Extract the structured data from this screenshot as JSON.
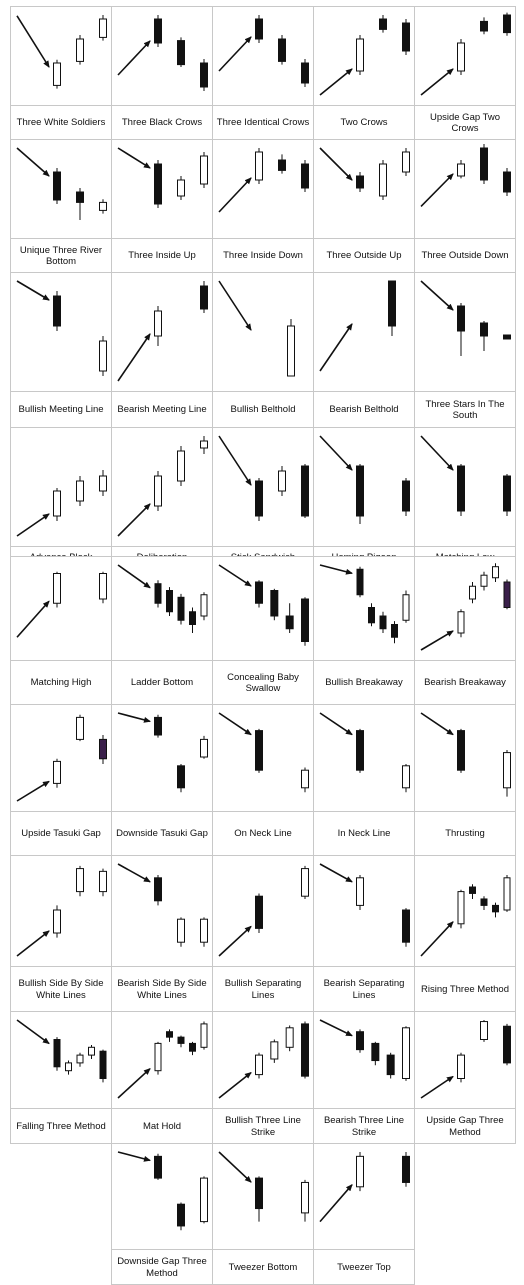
{
  "patterns": [
    {
      "label": "Three White Soldiers",
      "trend": "down",
      "candles": [
        {
          "o": 0.12,
          "c": 0.4,
          "h": 0.44,
          "l": 0.08
        },
        {
          "o": 0.42,
          "c": 0.7,
          "h": 0.75,
          "l": 0.38
        },
        {
          "o": 0.72,
          "c": 0.95,
          "h": 1.0,
          "l": 0.68
        }
      ]
    },
    {
      "label": "Three Black Crows",
      "trend": "up",
      "candles": [
        {
          "o": 0.95,
          "c": 0.65,
          "h": 1.0,
          "l": 0.6
        },
        {
          "o": 0.68,
          "c": 0.38,
          "h": 0.72,
          "l": 0.35
        },
        {
          "o": 0.4,
          "c": 0.1,
          "h": 0.45,
          "l": 0.05
        }
      ]
    },
    {
      "label": "Three Identical Crows",
      "trend": "up",
      "candles": [
        {
          "o": 0.95,
          "c": 0.7,
          "h": 1.0,
          "l": 0.65
        },
        {
          "o": 0.7,
          "c": 0.42,
          "h": 0.75,
          "l": 0.38
        },
        {
          "o": 0.4,
          "c": 0.15,
          "h": 0.45,
          "l": 0.1
        }
      ]
    },
    {
      "label": "Two Crows",
      "trend": "up",
      "candles": [
        {
          "o": 0.3,
          "c": 0.7,
          "h": 0.75,
          "l": 0.25
        },
        {
          "o": 0.95,
          "c": 0.82,
          "h": 1.0,
          "l": 0.78
        },
        {
          "o": 0.9,
          "c": 0.55,
          "h": 0.95,
          "l": 0.5
        }
      ]
    },
    {
      "label": "Upside Gap Two Crows",
      "trend": "up",
      "candles": [
        {
          "o": 0.3,
          "c": 0.65,
          "h": 0.7,
          "l": 0.25
        },
        {
          "o": 0.92,
          "c": 0.8,
          "h": 0.97,
          "l": 0.76
        },
        {
          "o": 1.0,
          "c": 0.78,
          "h": 1.03,
          "l": 0.74
        }
      ]
    },
    {
      "label": "Unique Three River Bottom",
      "trend": "down",
      "candles": [
        {
          "o": 0.7,
          "c": 0.35,
          "h": 0.75,
          "l": 0.3
        },
        {
          "o": 0.45,
          "c": 0.32,
          "h": 0.5,
          "l": 0.1
        },
        {
          "o": 0.22,
          "c": 0.32,
          "h": 0.36,
          "l": 0.18
        }
      ]
    },
    {
      "label": "Three Inside Up",
      "trend": "down",
      "candles": [
        {
          "o": 0.8,
          "c": 0.3,
          "h": 0.85,
          "l": 0.25
        },
        {
          "o": 0.4,
          "c": 0.6,
          "h": 0.65,
          "l": 0.35
        },
        {
          "o": 0.55,
          "c": 0.9,
          "h": 0.95,
          "l": 0.5
        }
      ]
    },
    {
      "label": "Three Inside Down",
      "trend": "up",
      "candles": [
        {
          "o": 0.6,
          "c": 0.95,
          "h": 1.0,
          "l": 0.55
        },
        {
          "o": 0.85,
          "c": 0.72,
          "h": 0.92,
          "l": 0.68
        },
        {
          "o": 0.8,
          "c": 0.5,
          "h": 0.85,
          "l": 0.45
        }
      ]
    },
    {
      "label": "Three Outside Up",
      "trend": "down",
      "candles": [
        {
          "o": 0.65,
          "c": 0.5,
          "h": 0.7,
          "l": 0.45
        },
        {
          "o": 0.4,
          "c": 0.8,
          "h": 0.85,
          "l": 0.35
        },
        {
          "o": 0.7,
          "c": 0.95,
          "h": 1.0,
          "l": 0.65
        }
      ]
    },
    {
      "label": "Three Outside Down",
      "trend": "up",
      "candles": [
        {
          "o": 0.65,
          "c": 0.8,
          "h": 0.85,
          "l": 0.62
        },
        {
          "o": 1.0,
          "c": 0.6,
          "h": 1.05,
          "l": 0.55
        },
        {
          "o": 0.7,
          "c": 0.45,
          "h": 0.75,
          "l": 0.4
        }
      ]
    },
    {
      "label": "Bullish Meeting Line",
      "trend": "down",
      "candles": [
        {
          "o": 0.85,
          "c": 0.55,
          "h": 0.9,
          "l": 0.5
        },
        {
          "o": 0.1,
          "c": 0.4,
          "h": 0.45,
          "l": 0.05
        }
      ]
    },
    {
      "label": "Bearish Meeting Line",
      "trend": "up",
      "candles": [
        {
          "o": 0.45,
          "c": 0.7,
          "h": 0.75,
          "l": 0.35
        },
        {
          "o": 0.95,
          "c": 0.72,
          "h": 1.0,
          "l": 0.68
        }
      ]
    },
    {
      "label": "Bullish Belthold",
      "trend": "down",
      "candles": [
        {
          "o": 0.05,
          "c": 0.55,
          "h": 0.62,
          "l": 0.05
        }
      ]
    },
    {
      "label": "Bearish Belthold",
      "trend": "up",
      "candles": [
        {
          "o": 1.0,
          "c": 0.55,
          "h": 1.0,
          "l": 0.45
        }
      ]
    },
    {
      "label": "Three Stars In The South",
      "trend": "down",
      "candles": [
        {
          "o": 0.75,
          "c": 0.5,
          "h": 0.78,
          "l": 0.25
        },
        {
          "o": 0.58,
          "c": 0.45,
          "h": 0.6,
          "l": 0.3
        },
        {
          "o": 0.46,
          "c": 0.42,
          "h": 0.46,
          "l": 0.42
        }
      ]
    },
    {
      "label": "Advance Block",
      "trend": "up",
      "candles": [
        {
          "o": 0.2,
          "c": 0.45,
          "h": 0.48,
          "l": 0.15
        },
        {
          "o": 0.35,
          "c": 0.55,
          "h": 0.6,
          "l": 0.3
        },
        {
          "o": 0.45,
          "c": 0.6,
          "h": 0.66,
          "l": 0.4
        }
      ]
    },
    {
      "label": "Deliberation",
      "trend": "up",
      "candles": [
        {
          "o": 0.3,
          "c": 0.6,
          "h": 0.65,
          "l": 0.25
        },
        {
          "o": 0.55,
          "c": 0.85,
          "h": 0.9,
          "l": 0.5
        },
        {
          "o": 0.88,
          "c": 0.95,
          "h": 1.0,
          "l": 0.82
        }
      ]
    },
    {
      "label": "Stick Sandwich",
      "trend": "down",
      "candles": [
        {
          "o": 0.55,
          "c": 0.2,
          "h": 0.58,
          "l": 0.15
        },
        {
          "o": 0.45,
          "c": 0.65,
          "h": 0.7,
          "l": 0.4
        },
        {
          "o": 0.7,
          "c": 0.2,
          "h": 0.72,
          "l": 0.18
        }
      ]
    },
    {
      "label": "Homing Pigeon",
      "trend": "down",
      "candles": [
        {
          "o": 0.7,
          "c": 0.2,
          "h": 0.72,
          "l": 0.12
        },
        {
          "o": 0.55,
          "c": 0.25,
          "h": 0.58,
          "l": 0.2
        }
      ]
    },
    {
      "label": "Matching Low",
      "trend": "down",
      "candles": [
        {
          "o": 0.7,
          "c": 0.25,
          "h": 0.72,
          "l": 0.2
        },
        {
          "o": 0.6,
          "c": 0.25,
          "h": 0.62,
          "l": 0.2
        }
      ]
    },
    {
      "label": "Matching High",
      "trend": "up",
      "candles": [
        {
          "o": 0.55,
          "c": 0.9,
          "h": 0.92,
          "l": 0.5
        },
        {
          "o": 0.6,
          "c": 0.9,
          "h": 0.92,
          "l": 0.55
        }
      ]
    },
    {
      "label": "Ladder Bottom",
      "trend": "down",
      "candles": [
        {
          "o": 0.78,
          "c": 0.55,
          "h": 0.82,
          "l": 0.5
        },
        {
          "o": 0.7,
          "c": 0.45,
          "h": 0.74,
          "l": 0.4
        },
        {
          "o": 0.62,
          "c": 0.35,
          "h": 0.66,
          "l": 0.3
        },
        {
          "o": 0.45,
          "c": 0.3,
          "h": 0.5,
          "l": 0.2
        },
        {
          "o": 0.4,
          "c": 0.65,
          "h": 0.68,
          "l": 0.35
        }
      ]
    },
    {
      "label": "Concealing Baby Swallow",
      "trend": "down",
      "candles": [
        {
          "o": 0.8,
          "c": 0.55,
          "h": 0.82,
          "l": 0.5
        },
        {
          "o": 0.7,
          "c": 0.4,
          "h": 0.72,
          "l": 0.35
        },
        {
          "o": 0.4,
          "c": 0.25,
          "h": 0.55,
          "l": 0.2
        },
        {
          "o": 0.6,
          "c": 0.1,
          "h": 0.62,
          "l": 0.05
        }
      ]
    },
    {
      "label": "Bullish Breakaway",
      "trend": "down",
      "candles": [
        {
          "o": 0.95,
          "c": 0.65,
          "h": 0.98,
          "l": 0.62
        },
        {
          "o": 0.5,
          "c": 0.32,
          "h": 0.55,
          "l": 0.28
        },
        {
          "o": 0.4,
          "c": 0.25,
          "h": 0.45,
          "l": 0.2
        },
        {
          "o": 0.3,
          "c": 0.15,
          "h": 0.34,
          "l": 0.08
        },
        {
          "o": 0.35,
          "c": 0.65,
          "h": 0.7,
          "l": 0.32
        }
      ]
    },
    {
      "label": "Bearish Breakaway",
      "trend": "up",
      "candles": [
        {
          "o": 0.2,
          "c": 0.45,
          "h": 0.48,
          "l": 0.15
        },
        {
          "o": 0.6,
          "c": 0.75,
          "h": 0.8,
          "l": 0.55
        },
        {
          "o": 0.75,
          "c": 0.88,
          "h": 0.92,
          "l": 0.7
        },
        {
          "o": 0.85,
          "c": 0.98,
          "h": 1.02,
          "l": 0.8
        },
        {
          "o": 0.8,
          "c": 0.5,
          "h": 0.83,
          "l": 0.48,
          "purple": true
        }
      ]
    },
    {
      "label": "Upside Tasuki Gap",
      "trend": "up",
      "candles": [
        {
          "o": 0.2,
          "c": 0.45,
          "h": 0.48,
          "l": 0.15
        },
        {
          "o": 0.7,
          "c": 0.95,
          "h": 0.98,
          "l": 0.68
        },
        {
          "o": 0.7,
          "c": 0.48,
          "h": 0.75,
          "l": 0.42,
          "purple": true
        }
      ]
    },
    {
      "label": "Downside Tasuki Gap",
      "trend": "down",
      "candles": [
        {
          "o": 0.95,
          "c": 0.75,
          "h": 0.98,
          "l": 0.72
        },
        {
          "o": 0.4,
          "c": 0.15,
          "h": 0.42,
          "l": 0.1
        },
        {
          "o": 0.5,
          "c": 0.7,
          "h": 0.74,
          "l": 0.48
        }
      ]
    },
    {
      "label": "On Neck Line",
      "trend": "down",
      "candles": [
        {
          "o": 0.8,
          "c": 0.35,
          "h": 0.82,
          "l": 0.32
        },
        {
          "o": 0.15,
          "c": 0.35,
          "h": 0.38,
          "l": 0.1
        }
      ]
    },
    {
      "label": "In Neck Line",
      "trend": "down",
      "candles": [
        {
          "o": 0.8,
          "c": 0.35,
          "h": 0.82,
          "l": 0.32
        },
        {
          "o": 0.15,
          "c": 0.4,
          "h": 0.42,
          "l": 0.1
        }
      ]
    },
    {
      "label": "Thrusting",
      "trend": "down",
      "candles": [
        {
          "o": 0.8,
          "c": 0.35,
          "h": 0.82,
          "l": 0.32
        },
        {
          "o": 0.15,
          "c": 0.55,
          "h": 0.58,
          "l": 0.05
        }
      ]
    },
    {
      "label": "Bullish Side By Side White Lines",
      "trend": "up",
      "candles": [
        {
          "o": 0.25,
          "c": 0.5,
          "h": 0.55,
          "l": 0.2
        },
        {
          "o": 0.7,
          "c": 0.95,
          "h": 0.98,
          "l": 0.65
        },
        {
          "o": 0.7,
          "c": 0.92,
          "h": 0.95,
          "l": 0.65
        }
      ]
    },
    {
      "label": "Bearish Side By Side White Lines",
      "trend": "down",
      "candles": [
        {
          "o": 0.85,
          "c": 0.6,
          "h": 0.88,
          "l": 0.55
        },
        {
          "o": 0.15,
          "c": 0.4,
          "h": 0.42,
          "l": 0.1
        },
        {
          "o": 0.15,
          "c": 0.4,
          "h": 0.42,
          "l": 0.1
        }
      ]
    },
    {
      "label": "Bullish Separating Lines",
      "trend": "up",
      "candles": [
        {
          "o": 0.65,
          "c": 0.3,
          "h": 0.68,
          "l": 0.25
        },
        {
          "o": 0.65,
          "c": 0.95,
          "h": 0.98,
          "l": 0.62
        }
      ]
    },
    {
      "label": "Bearish Separating Lines",
      "trend": "down",
      "candles": [
        {
          "o": 0.55,
          "c": 0.85,
          "h": 0.88,
          "l": 0.5
        },
        {
          "o": 0.5,
          "c": 0.15,
          "h": 0.52,
          "l": 0.1
        }
      ]
    },
    {
      "label": "Rising Three Method",
      "trend": "up",
      "candles": [
        {
          "o": 0.35,
          "c": 0.7,
          "h": 0.72,
          "l": 0.3
        },
        {
          "o": 0.75,
          "c": 0.68,
          "h": 0.78,
          "l": 0.62
        },
        {
          "o": 0.62,
          "c": 0.55,
          "h": 0.65,
          "l": 0.5
        },
        {
          "o": 0.55,
          "c": 0.48,
          "h": 0.58,
          "l": 0.42
        },
        {
          "o": 0.5,
          "c": 0.85,
          "h": 0.88,
          "l": 0.48
        }
      ]
    },
    {
      "label": "Falling Three Method",
      "trend": "down",
      "candles": [
        {
          "o": 0.75,
          "c": 0.4,
          "h": 0.78,
          "l": 0.35
        },
        {
          "o": 0.35,
          "c": 0.45,
          "h": 0.48,
          "l": 0.3
        },
        {
          "o": 0.45,
          "c": 0.55,
          "h": 0.58,
          "l": 0.4
        },
        {
          "o": 0.55,
          "c": 0.65,
          "h": 0.68,
          "l": 0.5
        },
        {
          "o": 0.6,
          "c": 0.25,
          "h": 0.62,
          "l": 0.2
        }
      ]
    },
    {
      "label": "Mat Hold",
      "trend": "up",
      "candles": [
        {
          "o": 0.35,
          "c": 0.7,
          "h": 0.72,
          "l": 0.3
        },
        {
          "o": 0.85,
          "c": 0.78,
          "h": 0.88,
          "l": 0.72
        },
        {
          "o": 0.78,
          "c": 0.7,
          "h": 0.8,
          "l": 0.65
        },
        {
          "o": 0.7,
          "c": 0.6,
          "h": 0.72,
          "l": 0.55
        },
        {
          "o": 0.65,
          "c": 0.95,
          "h": 0.98,
          "l": 0.62
        }
      ]
    },
    {
      "label": "Bullish Three Line Strike",
      "trend": "up",
      "candles": [
        {
          "o": 0.3,
          "c": 0.55,
          "h": 0.58,
          "l": 0.25
        },
        {
          "o": 0.5,
          "c": 0.72,
          "h": 0.75,
          "l": 0.45
        },
        {
          "o": 0.65,
          "c": 0.9,
          "h": 0.93,
          "l": 0.6
        },
        {
          "o": 0.95,
          "c": 0.28,
          "h": 0.98,
          "l": 0.25
        }
      ]
    },
    {
      "label": "Bearish Three Line Strike",
      "trend": "down",
      "candles": [
        {
          "o": 0.85,
          "c": 0.62,
          "h": 0.88,
          "l": 0.58
        },
        {
          "o": 0.7,
          "c": 0.48,
          "h": 0.72,
          "l": 0.42
        },
        {
          "o": 0.55,
          "c": 0.3,
          "h": 0.58,
          "l": 0.25
        },
        {
          "o": 0.25,
          "c": 0.9,
          "h": 0.92,
          "l": 0.22
        }
      ]
    },
    {
      "label": "Upside Gap Three Method",
      "trend": "up",
      "candles": [
        {
          "o": 0.25,
          "c": 0.55,
          "h": 0.58,
          "l": 0.2
        },
        {
          "o": 0.75,
          "c": 0.98,
          "h": 1.0,
          "l": 0.72
        },
        {
          "o": 0.92,
          "c": 0.45,
          "h": 0.95,
          "l": 0.42
        }
      ]
    },
    {
      "label": "Downside Gap Three Method",
      "trend": "down",
      "candles": [
        {
          "o": 0.95,
          "c": 0.7,
          "h": 0.98,
          "l": 0.68
        },
        {
          "o": 0.4,
          "c": 0.15,
          "h": 0.42,
          "l": 0.1
        },
        {
          "o": 0.2,
          "c": 0.7,
          "h": 0.72,
          "l": 0.18
        }
      ]
    },
    {
      "label": "Tweezer Bottom",
      "trend": "down",
      "candles": [
        {
          "o": 0.7,
          "c": 0.35,
          "h": 0.72,
          "l": 0.2
        },
        {
          "o": 0.3,
          "c": 0.65,
          "h": 0.68,
          "l": 0.2
        }
      ]
    },
    {
      "label": "Tweezer Top",
      "trend": "up",
      "candles": [
        {
          "o": 0.6,
          "c": 0.95,
          "h": 1.0,
          "l": 0.55
        },
        {
          "o": 0.95,
          "c": 0.65,
          "h": 1.0,
          "l": 0.6
        }
      ]
    }
  ]
}
